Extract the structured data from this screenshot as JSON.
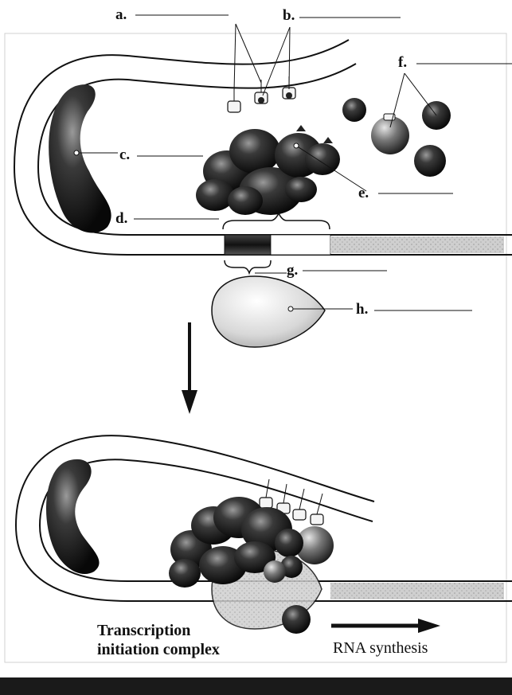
{
  "labels": {
    "a": "a.",
    "b": "b.",
    "c": "c.",
    "d": "d.",
    "e": "e.",
    "f": "f.",
    "g": "g.",
    "h": "h."
  },
  "caption": {
    "line1": "Transcription",
    "line2": "initiation complex"
  },
  "arrow_text": "RNA synthesis"
}
